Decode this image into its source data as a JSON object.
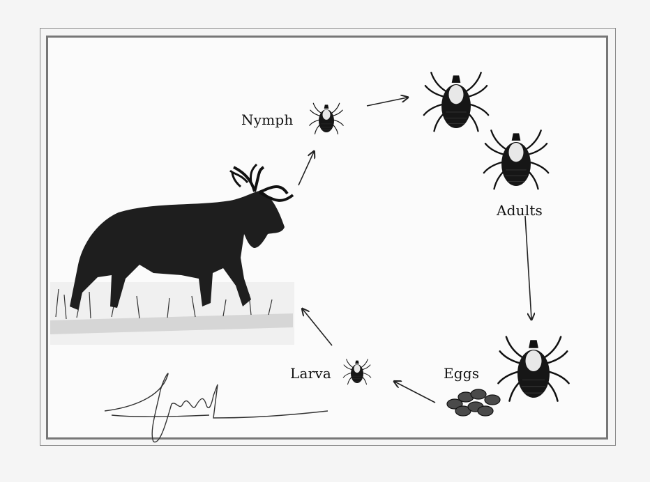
{
  "diagram": {
    "stages": {
      "nymph": "Nymph",
      "adults": "Adults",
      "eggs": "Eggs",
      "larva": "Larva"
    },
    "host": "moose-icon",
    "signature": "signature-mark"
  },
  "colors": {
    "ink": "#111111",
    "frame": "#777777",
    "paper": "#fbfbfb"
  }
}
